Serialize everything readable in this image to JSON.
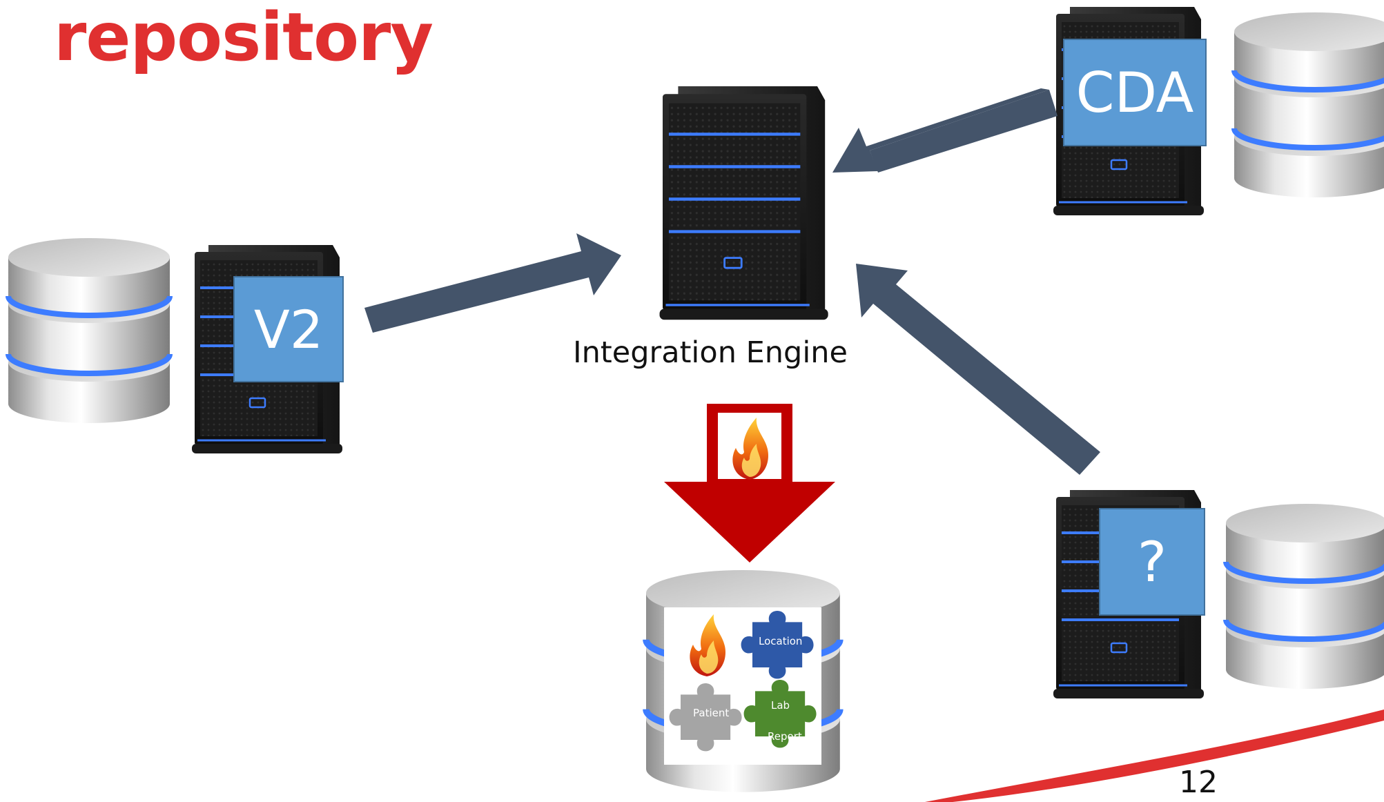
{
  "slide": {
    "title": "repository",
    "page_number": "12"
  },
  "engine": {
    "label": "Integration Engine"
  },
  "sources": {
    "v2": {
      "badge": "V2"
    },
    "cda": {
      "badge": "CDA"
    },
    "unknown": {
      "badge": "?"
    }
  },
  "repository": {
    "pieces": {
      "location": "Location",
      "patient": "Patient",
      "lab_top": "Lab",
      "lab_bottom": "Report"
    }
  },
  "colors": {
    "title": "#e03030",
    "badge": "#5b9bd5",
    "arrow": "#44546a",
    "fhir_arrow": "#c00000",
    "puzzle_blue": "#2e59a8",
    "puzzle_gray": "#a5a5a5",
    "puzzle_green": "#4e8a2e",
    "server_accent": "#3d7cff"
  }
}
